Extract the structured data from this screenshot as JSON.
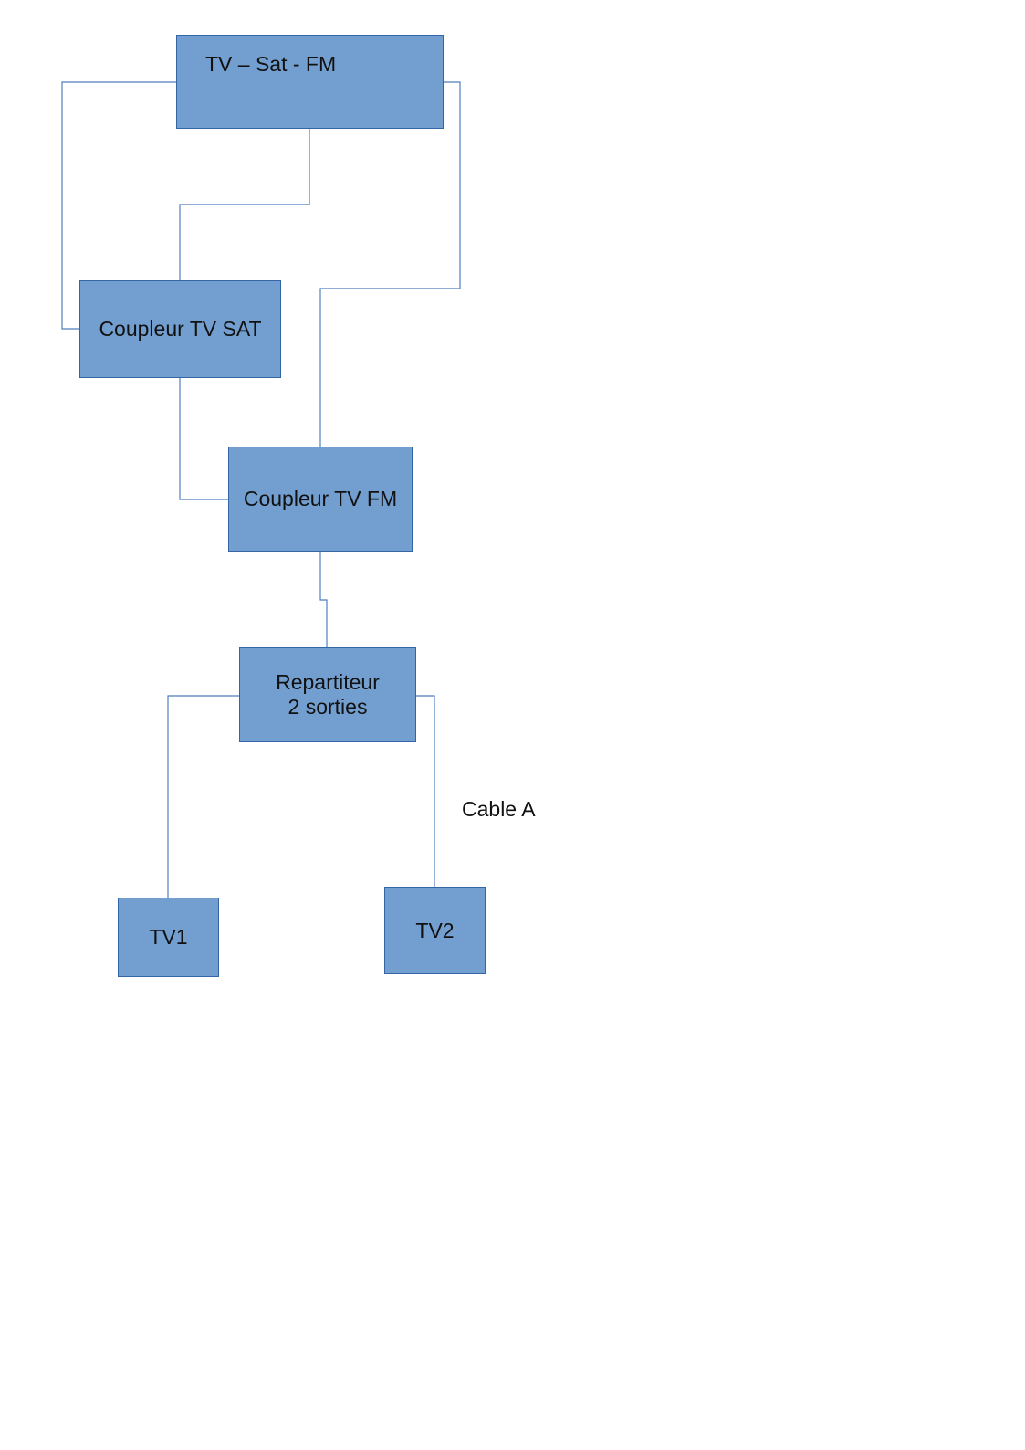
{
  "diagram": {
    "nodes": {
      "source": {
        "label": "TV – Sat - FM"
      },
      "sat_coupler": {
        "label": "Coupleur TV SAT"
      },
      "fm_coupler": {
        "label": "Coupleur TV FM"
      },
      "splitter": {
        "line1": "Repartiteur",
        "line2": "2 sorties"
      },
      "tv1": {
        "label": "TV1"
      },
      "tv2": {
        "label": "TV2"
      }
    },
    "annotations": {
      "cable": "Cable A"
    },
    "connections": [
      {
        "from": "source",
        "to": "sat_coupler",
        "route": "left"
      },
      {
        "from": "source",
        "to": "sat_coupler",
        "route": "bottom"
      },
      {
        "from": "source",
        "to": "fm_coupler",
        "route": "right"
      },
      {
        "from": "sat_coupler",
        "to": "fm_coupler"
      },
      {
        "from": "fm_coupler",
        "to": "splitter"
      },
      {
        "from": "splitter",
        "to": "tv1"
      },
      {
        "from": "splitter",
        "to": "tv2"
      }
    ],
    "colors": {
      "box_fill": "#729fcf",
      "box_border": "#3465a4",
      "wire": "#4f7fbd",
      "text": "#111111"
    }
  }
}
